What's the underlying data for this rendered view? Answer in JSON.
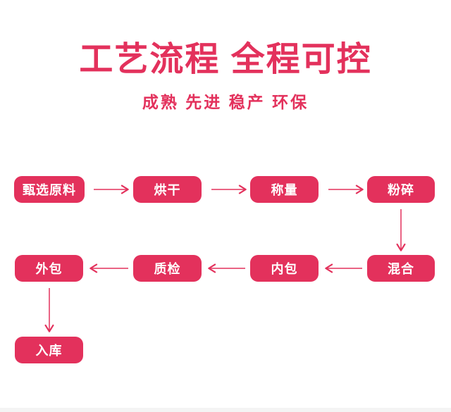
{
  "page": {
    "title": "工艺流程 全程可控",
    "subtitle": "成熟 先进 稳产 环保"
  },
  "colors": {
    "accent": "#E3315C",
    "node_fill": "#E3315C",
    "node_text": "#FFFFFF",
    "arrow": "#E3315C",
    "background": "#FFFFFF",
    "bottom_strip": "#F4F4F4"
  },
  "flow": {
    "nodes": [
      {
        "label": "甄选原料"
      },
      {
        "label": "烘干"
      },
      {
        "label": "称量"
      },
      {
        "label": "粉碎"
      },
      {
        "label": "混合"
      },
      {
        "label": "内包"
      },
      {
        "label": "质检"
      },
      {
        "label": "外包"
      },
      {
        "label": "入库"
      }
    ],
    "sequence": "甄选原料 → 烘干 → 称量 → 粉碎 → 混合 → 内包 → 质检 → 外包 → 入库"
  }
}
